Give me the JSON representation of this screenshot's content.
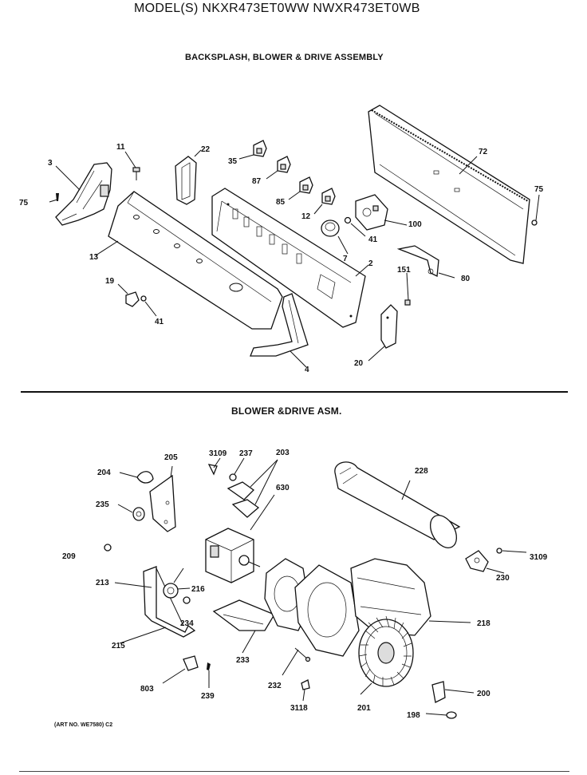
{
  "header": {
    "model_line": "MODEL(S) NKXR473ET0WW   NWXR473ET0WB",
    "section_title": "BACKSPLASH, BLOWER & DRIVE ASSEMBLY"
  },
  "lower_section": {
    "title": "BLOWER &DRIVE ASM."
  },
  "footer": {
    "art_no": "(ART NO. WE7580) C2"
  },
  "callouts": [
    "3",
    "11",
    "22",
    "35",
    "87",
    "85",
    "12",
    "72",
    "75",
    "75",
    "100",
    "41",
    "7",
    "2",
    "151",
    "80",
    "13",
    "19",
    "41",
    "4",
    "20",
    "3109",
    "237",
    "203",
    "205",
    "204",
    "630",
    "235",
    "228",
    "209",
    "3109",
    "230",
    "213",
    "216",
    "234",
    "218",
    "215",
    "233",
    "232",
    "803",
    "239",
    "3118",
    "201",
    "200",
    "198"
  ]
}
